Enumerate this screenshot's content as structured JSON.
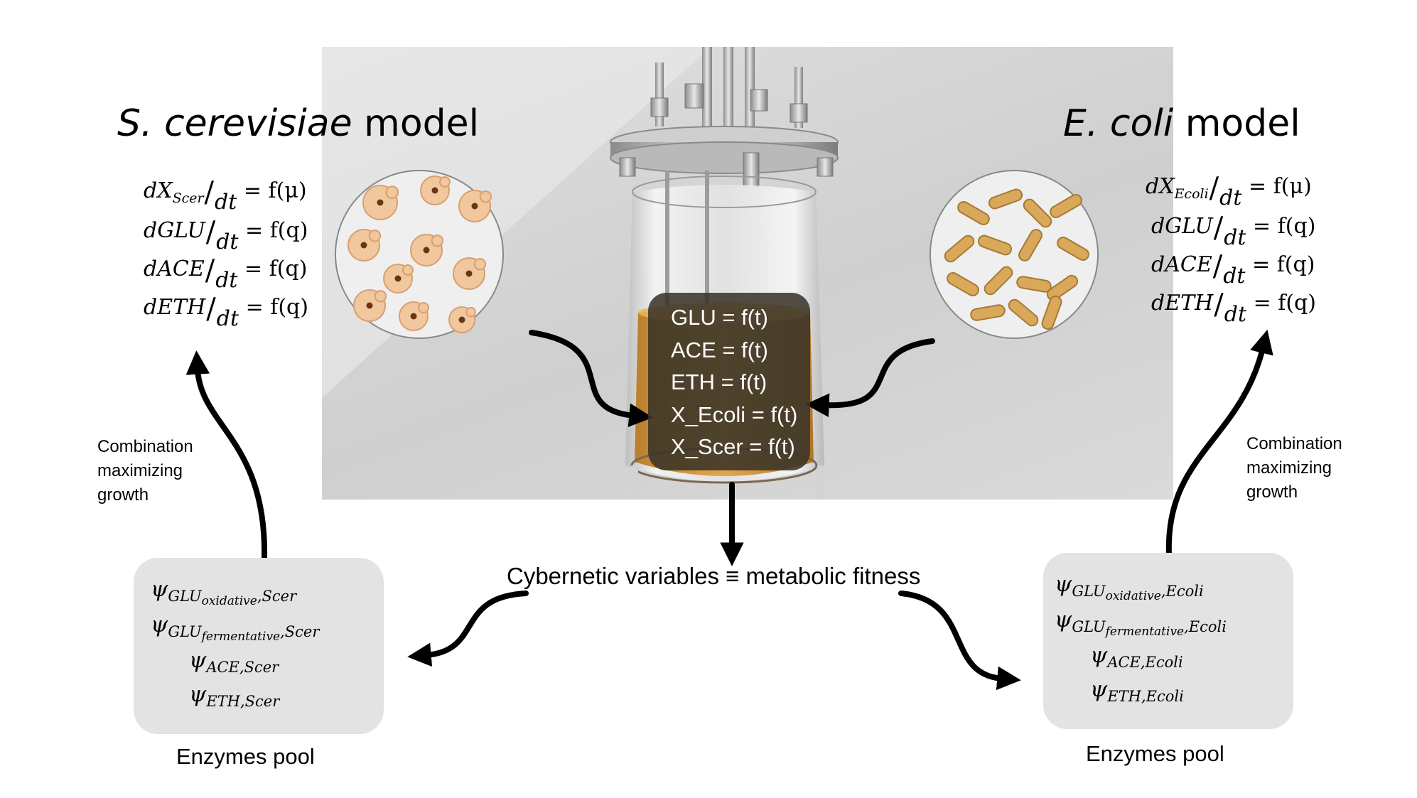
{
  "left_model": {
    "title_species": "S. cerevisiae",
    "title_suffix": " model",
    "equations": [
      {
        "num": "dX",
        "num_sub": "Scer",
        "den": "dt",
        "rhs": "= f(μ)"
      },
      {
        "num": "dGLU",
        "num_sub": "",
        "den": "dt",
        "rhs": "= f(q)"
      },
      {
        "num": "dACE",
        "num_sub": "",
        "den": "dt",
        "rhs": "= f(q)"
      },
      {
        "num": "dETH",
        "num_sub": "",
        "den": "dt",
        "rhs": "= f(q)"
      }
    ],
    "arrow_label": [
      "Combination",
      "maximizing",
      "growth"
    ],
    "enzyme_pool": {
      "title": "Enzymes pool",
      "items": [
        {
          "psi": "ψ",
          "sub1": "GLU",
          "sub2": "oxidative",
          "sub3": ",Scer"
        },
        {
          "psi": "ψ",
          "sub1": "GLU",
          "sub2": "fermentative",
          "sub3": ",Scer"
        },
        {
          "psi": "ψ",
          "sub1": "ACE,Scer",
          "sub2": "",
          "sub3": ""
        },
        {
          "psi": "ψ",
          "sub1": "ETH,Scer",
          "sub2": "",
          "sub3": ""
        }
      ]
    }
  },
  "right_model": {
    "title_species": "E. coli",
    "title_suffix": " model",
    "equations": [
      {
        "num": "dX",
        "num_sub": "Ecoli",
        "den": "dt",
        "rhs": "= f(μ)"
      },
      {
        "num": "dGLU",
        "num_sub": "",
        "den": "dt",
        "rhs": "= f(q)"
      },
      {
        "num": "dACE",
        "num_sub": "",
        "den": "dt",
        "rhs": "= f(q)"
      },
      {
        "num": "dETH",
        "num_sub": "",
        "den": "dt",
        "rhs": "= f(q)"
      }
    ],
    "arrow_label": [
      "Combination",
      "maximizing",
      "growth"
    ],
    "enzyme_pool": {
      "title": "Enzymes pool",
      "items": [
        {
          "psi": "ψ",
          "sub1": "GLU",
          "sub2": "oxidative",
          "sub3": ",Ecoli"
        },
        {
          "psi": "ψ",
          "sub1": "GLU",
          "sub2": "fermentative",
          "sub3": ",Ecoli"
        },
        {
          "psi": "ψ",
          "sub1": "ACE,Ecoli",
          "sub2": "",
          "sub3": ""
        },
        {
          "psi": "ψ",
          "sub1": "ETH,Ecoli",
          "sub2": "",
          "sub3": ""
        }
      ]
    }
  },
  "reactor": {
    "states": [
      "GLU = f(t)",
      "ACE = f(t)",
      "ETH = f(t)",
      "X_Ecoli = f(t)",
      "X_Scer = f(t)"
    ]
  },
  "cybernetic_label": "Cybernetic variables ≡ metabolic fitness",
  "colors": {
    "yeast_cell": "#f1c79e",
    "yeast_outline": "#d8a070",
    "yeast_nucleus": "#6b3412",
    "bacteria": "#d9a85a",
    "bacteria_outline": "#a57a34",
    "broth": "#c98a2a",
    "state_box": "#37322a",
    "pool_bg": "#e3e3e3",
    "arrow": "#000000"
  }
}
